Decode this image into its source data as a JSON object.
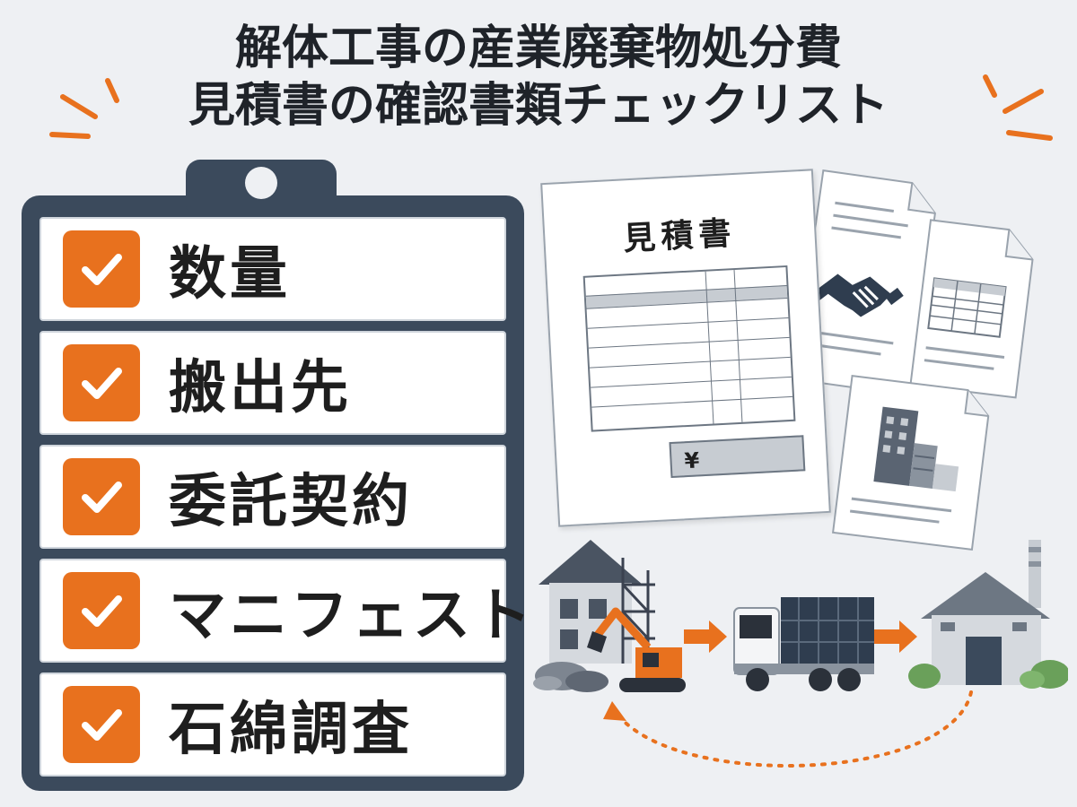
{
  "title": {
    "line1": "解体工事の産業廃棄物処分費",
    "line2": "見積書の確認書類チェックリスト"
  },
  "checklist": {
    "items": [
      {
        "label": "数量"
      },
      {
        "label": "搬出先"
      },
      {
        "label": "委託契約"
      },
      {
        "label": "マニフェスト"
      },
      {
        "label": "石綿調査"
      }
    ]
  },
  "documents": {
    "estimate_title": "見積書",
    "yen_symbol": "¥"
  },
  "colors": {
    "accent": "#e8711e",
    "clipboard": "#3b4a5c",
    "background": "#eef0f3"
  },
  "icons": {
    "check": "check-icon",
    "handshake": "handshake-icon",
    "building": "building-icon",
    "excavator": "excavator-icon",
    "truck": "dump-truck-icon",
    "factory": "factory-icon"
  }
}
